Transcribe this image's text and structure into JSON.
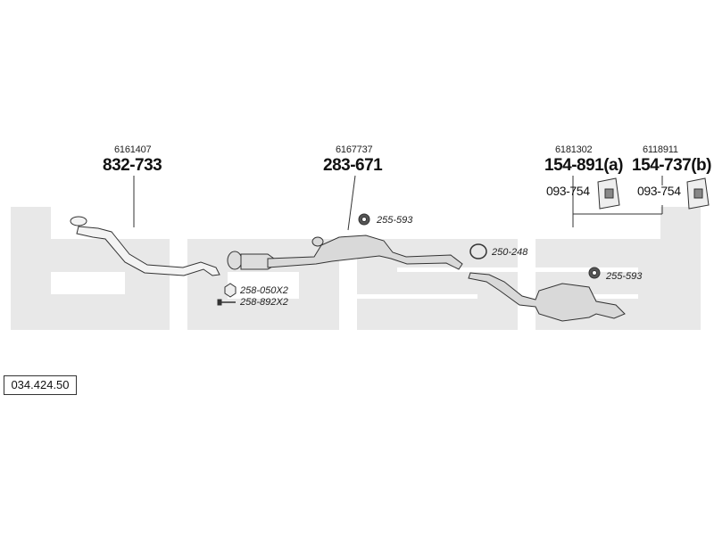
{
  "diagram_code": "034.424.50",
  "watermark": "bosal",
  "colors": {
    "watermark": "#e6e6e6",
    "line": "#333333",
    "part_fill": "#d9d9d9"
  },
  "parts": [
    {
      "oem": "6161407",
      "part_number": "832-733"
    },
    {
      "oem": "6167737",
      "part_number": "283-671"
    },
    {
      "oem": "6181302",
      "part_number": "154-891(a)"
    },
    {
      "oem": "6118911",
      "part_number": "154-737(b)"
    }
  ],
  "accessories": {
    "mount_center": "255-593",
    "clamp_center": "250-248",
    "mount_rear": "255-593",
    "bolt": "258-050X2",
    "nut": "258-892X2",
    "hanger_a": "093-754",
    "hanger_b": "093-754"
  }
}
